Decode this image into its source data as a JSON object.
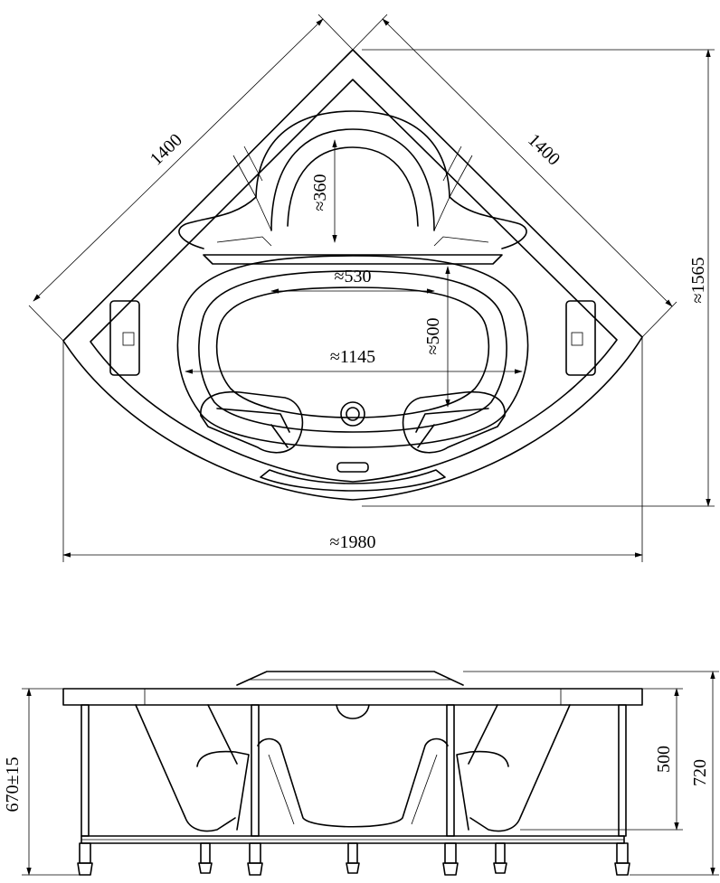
{
  "top_view": {
    "dimensions": {
      "left_side": "1400",
      "right_side": "1400",
      "depth": "≈1565",
      "overall_width": "≈1980",
      "inner_width": "≈1145",
      "headrest_width": "≈530",
      "headrest_depth": "≈360",
      "seat_depth": "≈500"
    }
  },
  "side_view": {
    "dimensions": {
      "total_height": "670±15",
      "inner_depth": "500",
      "rim_height": "720"
    }
  },
  "colors": {
    "line": "#000000",
    "background": "#ffffff"
  }
}
